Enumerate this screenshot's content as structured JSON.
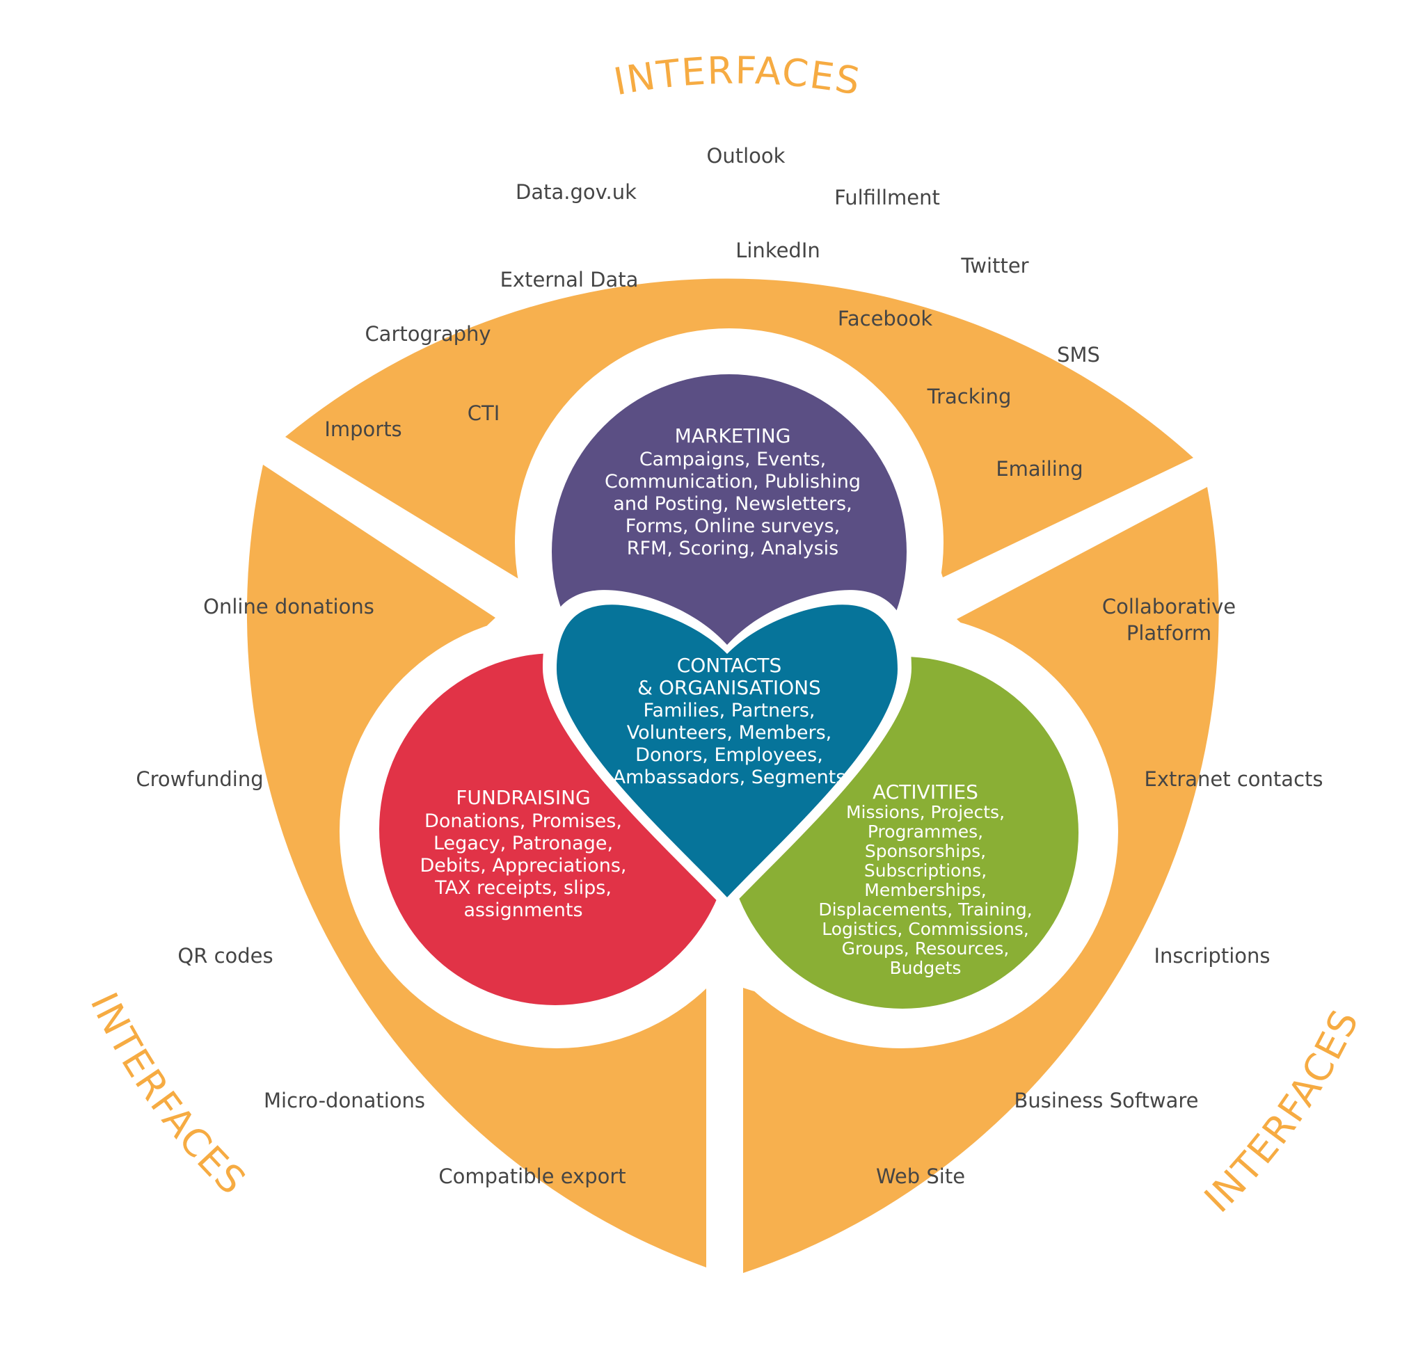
{
  "colors": {
    "interfaces": "#f7b04e",
    "arc_label": "#f6ab42",
    "marketing": "#5b4f84",
    "contacts": "#06749a",
    "fundraising": "#e13347",
    "activities": "#8aaf35",
    "background": "#ffffff"
  },
  "interfaces_top": {
    "label": "INTERFACES",
    "items": [
      "Outlook",
      "Data.gov.uk",
      "Fulfillment",
      "LinkedIn",
      "Twitter",
      "External Data",
      "Facebook",
      "Cartography",
      "SMS",
      "Tracking",
      "CTI",
      "Imports",
      "Emailing"
    ]
  },
  "interfaces_left": {
    "label": "INTERFACES",
    "items": [
      "Online donations",
      "Crowfunding",
      "QR codes",
      "Micro-donations",
      "Compatible export"
    ]
  },
  "interfaces_right": {
    "label": "INTERFACES",
    "items": [
      "Collaborative",
      "Platform",
      "Extranet contacts",
      "Inscriptions",
      "Business Software",
      "Web Site"
    ]
  },
  "marketing": {
    "title": "MARKETING",
    "lines": [
      "Campaigns, Events,",
      "Communication, Publishing",
      "and Posting, Newsletters,",
      "Forms, Online surveys,",
      "RFM, Scoring, Analysis"
    ]
  },
  "contacts": {
    "title_lines": [
      "CONTACTS",
      "& ORGANISATIONS"
    ],
    "lines": [
      "Families, Partners,",
      "Volunteers, Members,",
      "Donors, Employees,",
      "Ambassadors, Segments"
    ]
  },
  "fundraising": {
    "title": "FUNDRAISING",
    "lines": [
      "Donations, Promises,",
      "Legacy, Patronage,",
      "Debits, Appreciations,",
      "TAX receipts, slips,",
      "assignments"
    ]
  },
  "activities": {
    "title": "ACTIVITIES",
    "lines": [
      "Missions, Projects,",
      "Programmes,",
      "Sponsorships,",
      "Subscriptions,",
      "Memberships,",
      "Displacements, Training,",
      "Logistics, Commissions,",
      "Groups, Resources,",
      "Budgets"
    ]
  }
}
